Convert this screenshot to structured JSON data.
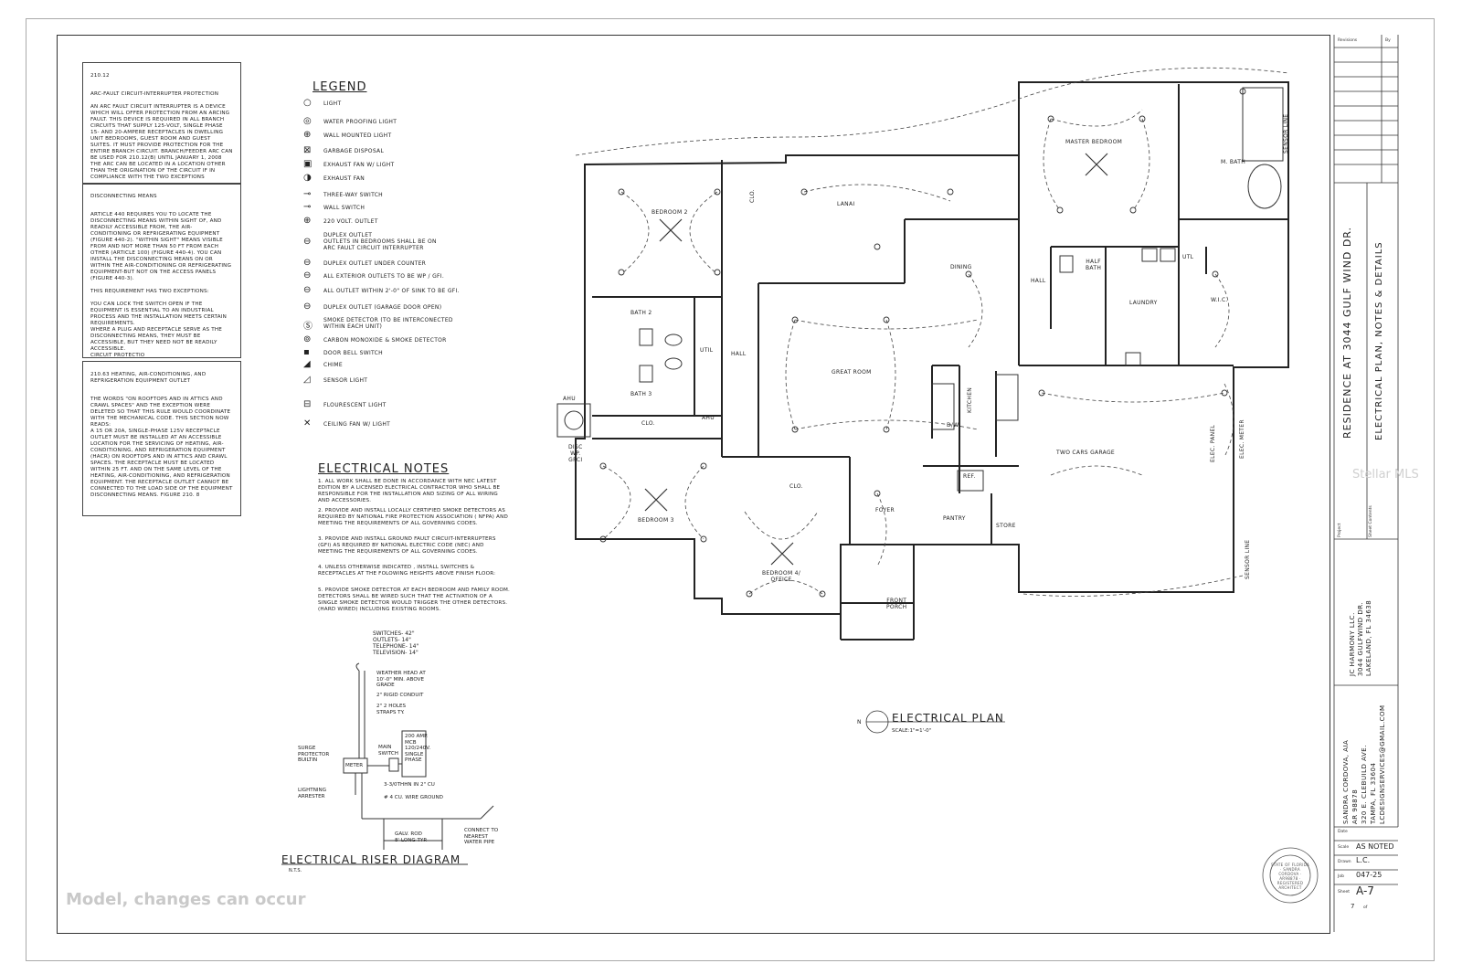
{
  "notes": {
    "afci_heading": "210.12",
    "afci_body": "ARC-FAULT CIRCUIT-INTERRUPTER PROTECTION\n\nAN ARC FAULT CIRCUIT INTERRUPTER IS A DEVICE WHICH WILL OFFER PROTECTION FROM AN ARCING FAULT. THIS DEVICE IS REQUIRED IN ALL BRANCH CIRCUITS THAT SUPPLY 125-VOLT, SINGLE PHASE 15- AND 20-AMPERE RECEPTACLES IN DWELLING UNIT BEDROOMS, GUEST ROOM AND GUEST SUITES. IT MUST PROVIDE PROTECTION FOR THE ENTIRE BRANCH CIRCUIT. BRANCH/FEEDER ARC CAN BE USED FOR 210.12(B) UNTIL JANUARY 1, 2008 THE ARC CAN BE LOCATED IN A LOCATION OTHER THAN THE ORIGINATION OF THE CIRCUIT IF IN COMPLIANCE WITH THE TWO EXCEPTIONS",
    "disconnect_heading": "DISCONNECTING MEANS",
    "disconnect_body": "ARTICLE 440 REQUIRES YOU TO LOCATE THE DISCONNECTING MEANS WITHIN SIGHT OF, AND READILY ACCESSIBLE FROM, THE AIR-CONDITIONING OR REFRIGERATING EQUIPMENT (FIGURE 440-2). \"WITHIN SIGHT\" MEANS VISIBLE FROM AND NOT MORE THAN 50 FT FROM EACH OTHER (ARTICLE 100) (FIGURE 440-4). YOU CAN INSTALL THE DISCONNECTING MEANS ON OR WITHIN THE AIR-CONDITIONING OR REFRIGERATING EQUIPMENT-BUT NOT ON THE ACCESS PANELS (FIGURE 440-3).\n\nTHIS REQUIREMENT HAS TWO EXCEPTIONS:\n\nYOU CAN LOCK THE SWITCH OPEN IF THE EQUIPMENT IS ESSENTIAL TO AN INDUSTRIAL PROCESS AND THE INSTALLATION MEETS CERTAIN REQUIREMENTS.\nWHERE A PLUG AND RECEPTACLE SERVE AS THE DISCONNECTING MEANS, THEY MUST BE ACCESSIBLE, BUT THEY NEED NOT BE READILY ACCESSIBLE.\nCIRCUIT PROTECTIO",
    "hvac_heading": "210.63 HEATING, AIR-CONDITIONING, AND REFRIGERATION EQUIPMENT OUTLET",
    "hvac_body": "THE WORDS \"ON ROOFTOPS AND IN ATTICS AND CRAWL SPACES\" AND THE EXCEPTION WERE DELETED SO THAT THIS RULE WOULD COORDINATE WITH THE MECHANICAL CODE. THIS SECTION NOW READS:\nA 15 OR 20A, SINGLE-PHASE 125V RECEPTACLE OUTLET MUST BE INSTALLED AT AN ACCESSIBLE LOCATION FOR THE SERVICING OF HEATING, AIR-CONDITIONING, AND REFRIGERATION EQUIPMENT (HACR) ON ROOFTOPS AND IN ATTICS AND CRAWL SPACES. THE RECEPTACLE MUST BE LOCATED WITHIN 25 FT. AND ON THE SAME LEVEL OF THE HEATING, AIR-CONDITIONING, AND REFRIGERATION EQUIPMENT. THE RECEPTACLE OUTLET CANNOT BE CONNECTED TO THE LOAD SIDE OF THE EQUIPMENT DISCONNECTING MEANS. FIGURE 210. 8"
  },
  "legend": {
    "title": "LEGEND",
    "items": [
      "LIGHT",
      "WATER PROOFING LIGHT",
      "WALL MOUNTED LIGHT",
      "GARBAGE DISPOSAL",
      "EXHAUST FAN W/ LIGHT",
      "EXHAUST FAN",
      "THREE-WAY SWITCH",
      "WALL SWITCH",
      "220 VOLT. OUTLET",
      "DUPLEX OUTLET\nOUTLETS IN BEDROOMS SHALL BE ON\nARC FAULT CIRCUIT INTERRUPTER",
      "DUPLEX OUTLET UNDER COUNTER",
      "ALL EXTERIOR OUTLETS TO BE WP / GFI.",
      "ALL OUTLET WITHIN 2'-0\" OF SINK TO BE GFI.",
      "DUPLEX OUTLET (GARAGE DOOR OPEN)",
      "SMOKE DETECTOR (TO BE INTERCONECTED\n            WITHIN EACH UNIT)",
      "CARBON MONOXIDE & SMOKE DETECTOR",
      "DOOR BELL SWITCH",
      "CHIME",
      "SENSOR LIGHT",
      "FLOURESCENT LIGHT",
      "CEILING FAN W/ LIGHT"
    ]
  },
  "electrical_notes": {
    "title": "ELECTRICAL NOTES",
    "items": [
      "1. ALL WORK SHALL BE DONE IN ACCORDANCE WITH NEC LATEST EDITION BY A LICENSED ELECTRICAL CONTRACTOR WHO SHALL BE RESPONSIBLE FOR THE INSTALLATION AND SIZING OF ALL WIRING AND ACCESSORIES.",
      "2. PROVIDE AND INSTALL LOCALLY CERTIFIED SMOKE DETECTORS AS REQUIRED BY NATIONAL FIRE PROTECTION ASSOCIATION ( NFPA) AND MEETING THE REQUIREMENTS OF ALL GOVERNING CODES.",
      "3. PROVIDE AND INSTALL GROUND FAULT CIRCUIT-INTERRUPTERS (GFI) AS REQUIRED BY NATIONAL ELECTRIC CODE (NEC) AND MEETING THE REQUIREMENTS OF ALL GOVERNING CODES.",
      "4. UNLESS OTHERWISE INDICATED , INSTALL SWITCHES & RECEPTACLES AT THE FOLOWING HEIGHTS ABOVE FINISH FLOOR:",
      "5. PROVIDE SMOKE DETECTOR AT EACH BEDROOM AND FAMILY ROOM. DETECTORS SHALL BE WIRED SUCH THAT THE ACTIVATION OF A SINGLE SMOKE DETECTOR WOULD TRIGGER THE OTHER DETECTORS. (HARD WIRED) INCLUDING EXISTING ROOMS."
    ],
    "heights": [
      "SWITCHES-    42\"",
      "OUTLETS-      14\"",
      "TELEPHONE-  14\"",
      "TELEVISION-  14\""
    ]
  },
  "riser": {
    "title": "ELECTRICAL RISER DIAGRAM",
    "subtitle": "N.T.S.",
    "labels": {
      "weather_head": "WEATHER HEAD AT\n10'-0\" MIN. ABOVE\nGRADE",
      "conduit": "2\" RIGID CONDUIT",
      "straps": "2\" 2 HOLES\nSTRAPS TY.",
      "panel": "200 AMP.\nMCB\n120/240V.\nSINGLE\nPHASE",
      "main_switch": "MAIN\nSWITCH",
      "meter": "METER",
      "surge": "SURGE\nPROTECTOR\nBUILTIN",
      "wires": "3-3/0THHN IN 2\" CU",
      "lightning": "LIGHTNING\nARRESTER",
      "ground": "# 4 CU. WIRE GROUND",
      "rod": "GALV. ROD\n8' LONG TYP.",
      "water": "CONNECT TO\nNEAREST\nWATER PIPE"
    }
  },
  "plan": {
    "title": "ELECTRICAL PLAN",
    "scale": "SCALE:1\"=1'-0\"",
    "north": "N",
    "rooms": {
      "master_bedroom": "MASTER BEDROOM",
      "m_bath": "M. BATH",
      "bedroom2": "BEDROOM 2",
      "lanai": "LANAI",
      "dining": "DINING",
      "hall1": "HALL",
      "half_bath": "HALF\nBATH",
      "util1": "UTL",
      "wic": "W.I.C.",
      "laundry": "LAUNDRY",
      "bath2": "BATH 2",
      "bath3": "BATH 3",
      "util2": "UTIL",
      "hall2": "HALL",
      "great_room": "GREAT ROOM",
      "ahu1": "AHU",
      "ahu2": "AHU",
      "clo1": "CLO.",
      "clo2": "CLO.",
      "clo3": "CLO.",
      "kitchen": "KITCHEN",
      "dw": "D/W",
      "garage": "TWO CARS GARAGE",
      "bedroom3": "BEDROOM 3",
      "bedroom4": "BEDROOM 4/\nOFFICE",
      "foyer": "FOYER",
      "pantry": "PANTRY",
      "store": "STORE",
      "ref": "REF.",
      "front_porch": "FRONT\nPORCH",
      "elec_panel": "ELEC.\nPANEL",
      "meter": "ELEC.\nMETER",
      "disc": "DISC\nWP.\nGFCI",
      "sensor1": "SENSOR LINE",
      "sensor2": "SENSOR LINE"
    }
  },
  "title_block": {
    "revisions_label": "Revisions",
    "by_label": "By",
    "project_title": "RESIDENCE AT 3044 GULF WIND DR.",
    "sheet_contents": "ELECTRICAL PLAN, NOTES & DETAILS",
    "project_label": "Project",
    "sheet_contents_label": "Sheet Contents",
    "client": "JC HARMONY LLC.\n3044 GULFWIND DR.\nLAKELAND, FL 34638",
    "architect": "SANDRA CORDOVA, AIA\nAR 98878\n320 E. CLEBUILD AVE.\nTAMPA, FL 33604\nLCDESIGNSERVICES@GMAIL.COM",
    "date_label": "Date",
    "scale_label": "Scale",
    "scale_value": "AS NOTED",
    "drawn_label": "Drawn",
    "drawn_value": "L.C.",
    "job_label": "Job",
    "job_value": "047-25",
    "sheet_label": "Sheet",
    "sheet_value": "A-7",
    "sheet_num": "7",
    "of_label": "of",
    "seal_text": "STATE OF FLORIDA · SANDRA CORDOVA · AR98878 · REGISTERED ARCHITECT"
  },
  "overlay": {
    "watermark": "Model, changes can occur",
    "brand": "Stellar MLS"
  }
}
